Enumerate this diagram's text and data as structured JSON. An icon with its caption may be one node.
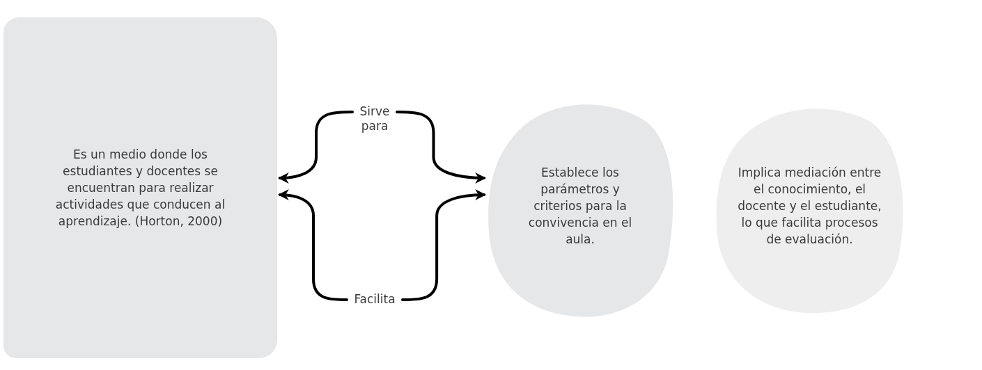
{
  "diagram": {
    "nodes": [
      {
        "text": [
          "Es un medio donde los estudiantes y docentes se encuentran para realizar actividades que conducen al aprendizaje. (Horton, 2000)"
        ]
      },
      {
        "text": [
          "Sirve para"
        ]
      },
      {
        "text": [
          "Facilita"
        ]
      },
      {
        "text": [
          "Establece los parámetros y criterios para la convivencia en el aula."
        ]
      },
      {
        "text": [
          "Implica mediación entre el conocimiento, el docente y el estudiante, lo que facilita procesos de evaluación."
        ]
      }
    ],
    "edges": [
      {
        "from": 1,
        "to": 0,
        "arrow": "to"
      },
      {
        "from": 1,
        "to": 3,
        "arrow": "to"
      },
      {
        "from": 2,
        "to": 0,
        "arrow": "to"
      },
      {
        "from": 2,
        "to": 3,
        "arrow": "to"
      }
    ]
  }
}
